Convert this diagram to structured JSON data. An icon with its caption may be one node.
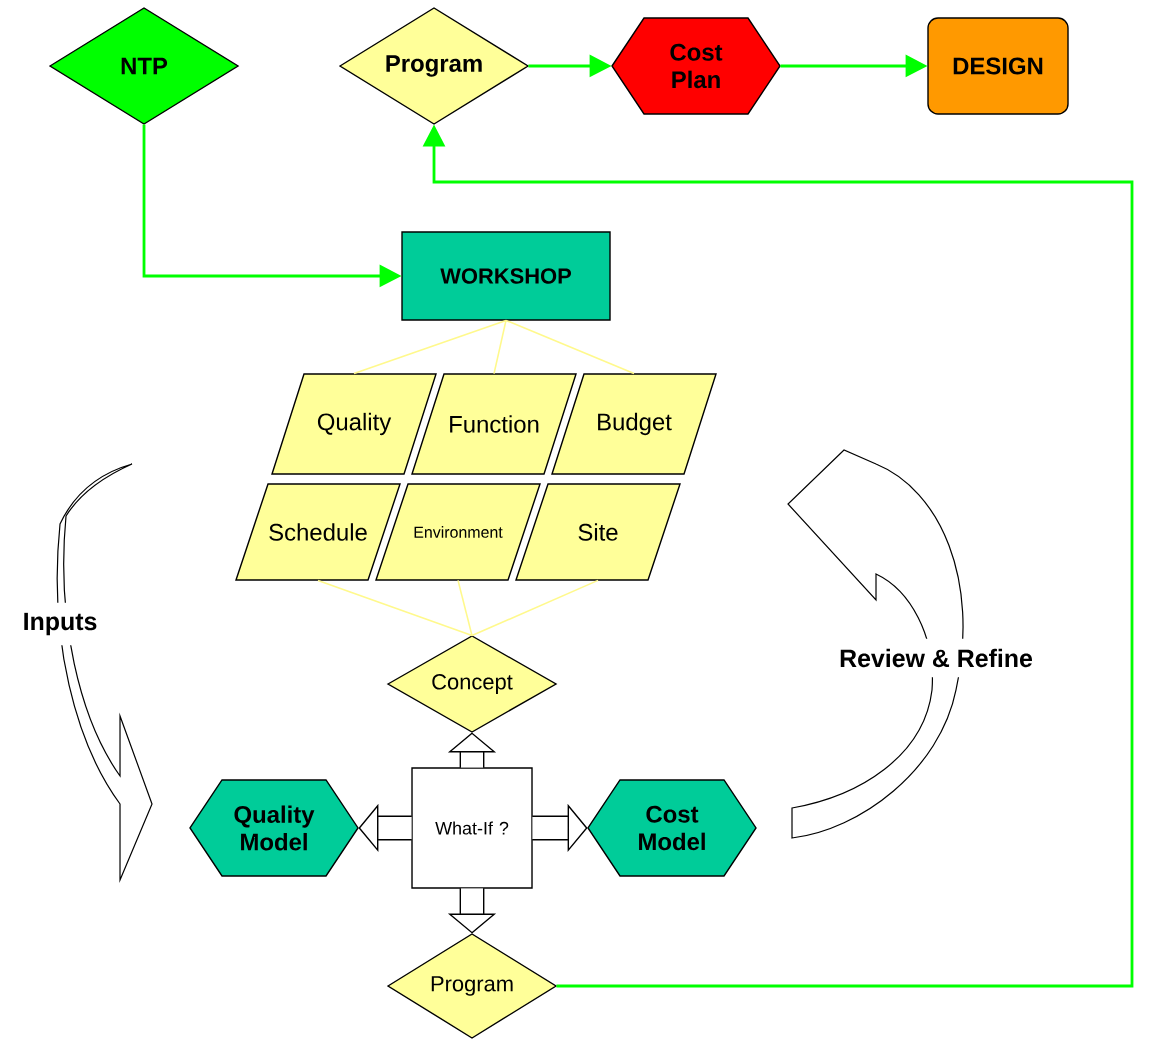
{
  "diagram": {
    "nodes": [
      {
        "text": [
          "NTP"
        ]
      },
      {
        "text": [
          "Program"
        ]
      },
      {
        "text": [
          "Cost Plan"
        ]
      },
      {
        "text": [
          "DESIGN"
        ]
      },
      {
        "text": [
          "WORKSHOP"
        ]
      },
      {
        "text": [
          "Quality"
        ]
      },
      {
        "text": [
          "Function"
        ]
      },
      {
        "text": [
          "Budget"
        ]
      },
      {
        "text": [
          "Schedule"
        ]
      },
      {
        "text": [
          "Environment"
        ]
      },
      {
        "text": [
          "Site"
        ]
      },
      {
        "text": [
          "Concept"
        ]
      },
      {
        "text": [
          "Quality Model"
        ]
      },
      {
        "text": [
          "What-If ?"
        ]
      },
      {
        "text": [
          "Cost Model"
        ]
      },
      {
        "text": [
          "Program"
        ]
      }
    ],
    "edges": [
      {
        "from": 1,
        "to": 2,
        "arrow": "to",
        "color": "#00ff00"
      },
      {
        "from": 2,
        "to": 3,
        "arrow": "to",
        "color": "#00ff00"
      },
      {
        "from": 0,
        "to": 4,
        "arrow": "to",
        "color": "#00ff00"
      },
      {
        "from": 15,
        "to": 1,
        "arrow": "to",
        "color": "#00ff00"
      },
      {
        "from": 4,
        "to": 5,
        "arrow": "none"
      },
      {
        "from": 4,
        "to": 6,
        "arrow": "none"
      },
      {
        "from": 4,
        "to": 7,
        "arrow": "none"
      },
      {
        "from": 8,
        "to": 11,
        "arrow": "none"
      },
      {
        "from": 9,
        "to": 11,
        "arrow": "none"
      },
      {
        "from": 10,
        "to": 11,
        "arrow": "none"
      },
      {
        "from": 13,
        "to": 11,
        "arrow": "to",
        "style": "thick",
        "color": "#000000"
      },
      {
        "from": 13,
        "to": 12,
        "arrow": "to",
        "style": "thick",
        "color": "#000000"
      },
      {
        "from": 13,
        "to": 14,
        "arrow": "to",
        "style": "thick",
        "color": "#000000"
      },
      {
        "from": 13,
        "to": 15,
        "arrow": "to",
        "style": "thick",
        "color": "#000000"
      }
    ],
    "labels": [
      "Inputs",
      "Review & Refine"
    ]
  }
}
